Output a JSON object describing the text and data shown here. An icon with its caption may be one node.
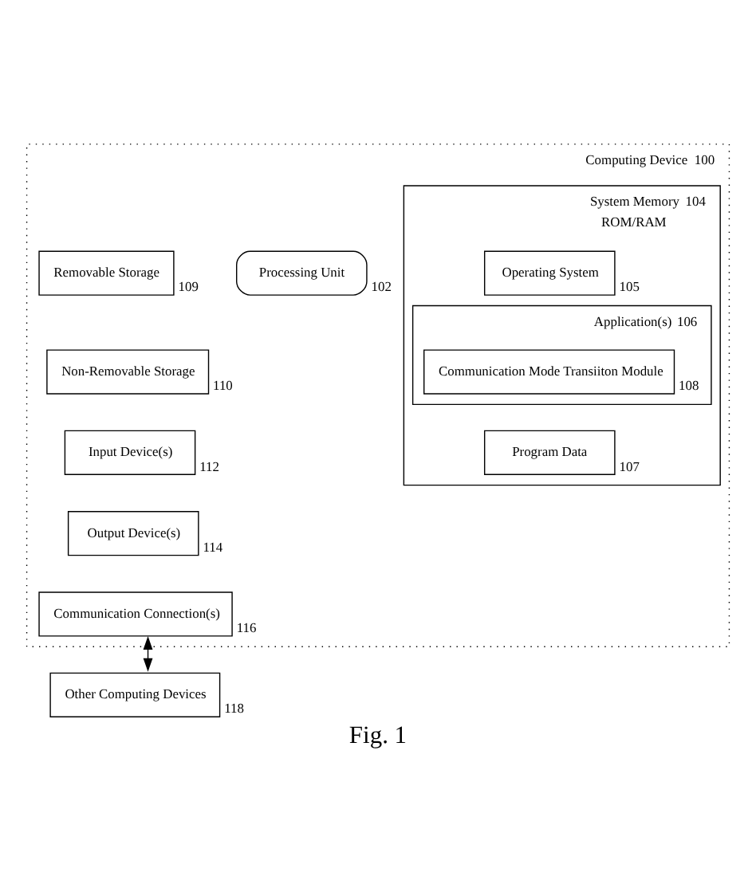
{
  "diagram": {
    "caption": "Fig. 1",
    "nodes": [
      {
        "text": [
          "Computing Device"
        ],
        "beside": [
          "100"
        ]
      },
      {
        "text": [
          "System Memory",
          "ROM/RAM"
        ],
        "in": 0,
        "beside": [
          "104"
        ]
      },
      {
        "text": [
          "Operating System"
        ],
        "in": 1,
        "beside": [
          "105"
        ]
      },
      {
        "text": [
          "Application(s)"
        ],
        "in": 1,
        "beside": [
          "106"
        ]
      },
      {
        "text": [
          "Communication Mode Transiiton Module"
        ],
        "in": 3,
        "beside": [
          "108"
        ]
      },
      {
        "text": [
          "Program Data"
        ],
        "in": 1,
        "beside": [
          "107"
        ]
      },
      {
        "text": [
          "Processing Unit"
        ],
        "in": 0,
        "beside": [
          "102"
        ]
      },
      {
        "text": [
          "Removable Storage"
        ],
        "in": 0,
        "beside": [
          "109"
        ]
      },
      {
        "text": [
          "Non-Removable Storage"
        ],
        "in": 0,
        "beside": [
          "110"
        ]
      },
      {
        "text": [
          "Input Device(s)"
        ],
        "in": 0,
        "beside": [
          "112"
        ]
      },
      {
        "text": [
          "Output Device(s)"
        ],
        "in": 0,
        "beside": [
          "114"
        ]
      },
      {
        "text": [
          "Communication Connection(s)"
        ],
        "in": 0,
        "beside": [
          "116"
        ]
      },
      {
        "text": [
          "Other Computing Devices"
        ],
        "beside": [
          "118"
        ]
      }
    ],
    "edges": [
      {
        "from": 11,
        "to": 12,
        "arrow": "both"
      }
    ]
  }
}
